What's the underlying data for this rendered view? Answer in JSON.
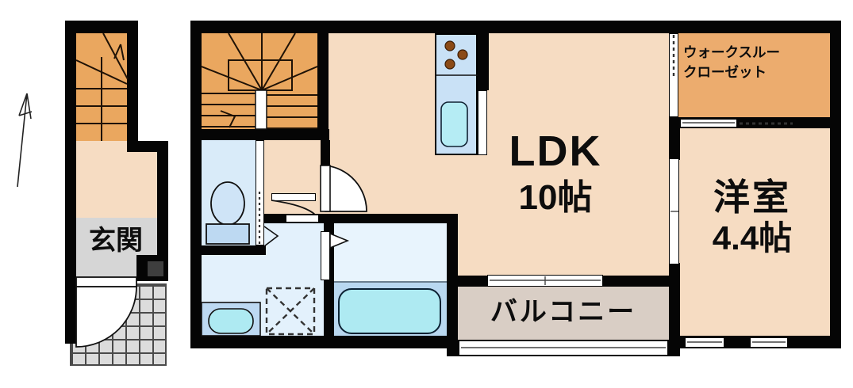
{
  "plan": {
    "rooms": {
      "ldk": {
        "name": "LDK",
        "size": "10帖"
      },
      "western": {
        "name": "洋室",
        "size": "4.4帖"
      },
      "closet": {
        "line1": "ウォークスルー",
        "line2": "クローゼット"
      },
      "balcony": {
        "name": "バルコニー"
      },
      "entrance": {
        "name": "玄関"
      }
    },
    "colors": {
      "wall": "#050505",
      "room_peach": "#f6dcc2",
      "stairs_orange": "#eaa75f",
      "closet_orange": "#ecac6e",
      "wet_blue": "#e3f1fc",
      "toilet_blue": "#d9ebf9",
      "bath_blue": "#e8f4fd",
      "tub_band_blue": "#b9d8f0",
      "fixture_cyan": "#aeeaf2",
      "counter_blue": "#c9e1f6",
      "vanity_blue": "#bdd9f2",
      "entrance_gray": "#d6d6d6",
      "balcony_gray": "#d9cec5",
      "tile_gray": "#dcdcdc",
      "tile_line": "#4a4a4a",
      "burner_brown": "#8b4a16"
    }
  }
}
